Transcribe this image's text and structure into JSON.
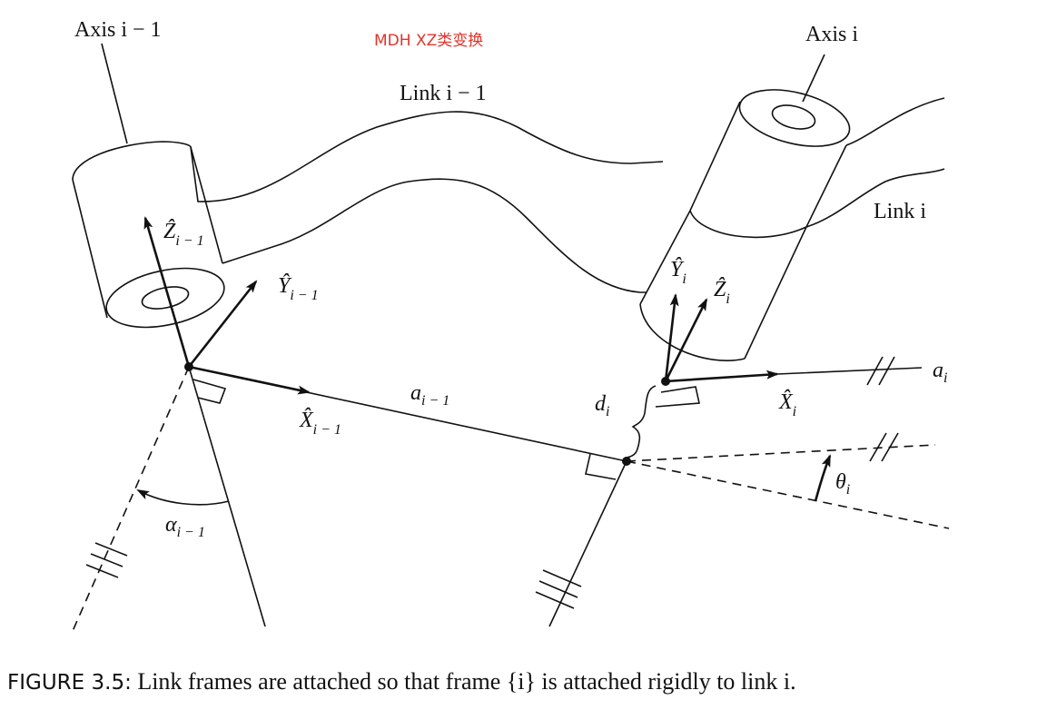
{
  "annotation": "MDH XZ类变换",
  "labels": {
    "axis_prev": "Axis i − 1",
    "axis_curr": "Axis i",
    "link_prev": "Link i − 1",
    "link_curr": "Link i",
    "z_prev": "Ẑ",
    "z_prev_sub": "i − 1",
    "y_prev": "Ŷ",
    "y_prev_sub": "i − 1",
    "x_prev": "X̂",
    "x_prev_sub": "i − 1",
    "a_prev": "a",
    "a_prev_sub": "i − 1",
    "alpha_prev": "α",
    "alpha_prev_sub": "i − 1",
    "y_curr": "Ŷ",
    "y_curr_sub": "i",
    "z_curr": "Ẑ",
    "z_curr_sub": "i",
    "x_curr": "X̂",
    "x_curr_sub": "i",
    "a_curr": "a",
    "a_curr_sub": "i",
    "d_curr": "d",
    "d_curr_sub": "i",
    "theta_curr": "θ",
    "theta_curr_sub": "i"
  },
  "caption": {
    "lead": "FIGURE 3.5:",
    "text": " Link frames are attached so that frame {i} is attached rigidly to link i."
  }
}
